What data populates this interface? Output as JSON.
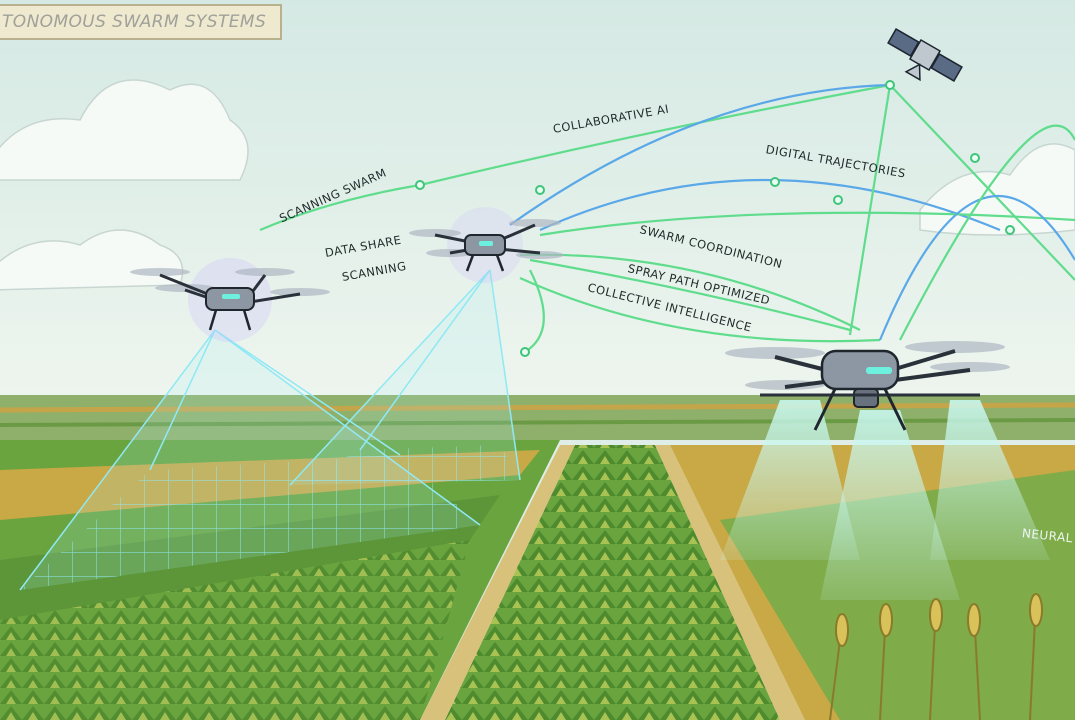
{
  "banner": {
    "title": "TONOMOUS SWARM SYSTEMS"
  },
  "labels": {
    "collaborative_ai": "COLLABORATIVE AI",
    "digital_trajectories": "DIGITAL TRAJECTORIES",
    "scanning_swarm": "SCANNING SWARM",
    "data_share": "DATA SHARE",
    "scanning": "SCANNING",
    "swarm_coordination": "SWARM COORDINATION",
    "spray_path_optimized": "SPRAY PATH OPTIMIZED",
    "collective_intelligence": "COLLECTIVE INTELLIGENCE",
    "neural": "NEURAL"
  },
  "colors": {
    "sky_top": "#d8ebe6",
    "sky_bottom": "#eef6f1",
    "field_green": "#5f9a3e",
    "field_yellow": "#c9a846",
    "scan_grid": "#7fe3f0",
    "link_green": "#5fdc8c",
    "link_blue": "#5aa8e8",
    "drone_body": "#8d97a3",
    "spray": "#bff3ea"
  },
  "icons": [
    "satellite-icon",
    "drone-icon"
  ]
}
